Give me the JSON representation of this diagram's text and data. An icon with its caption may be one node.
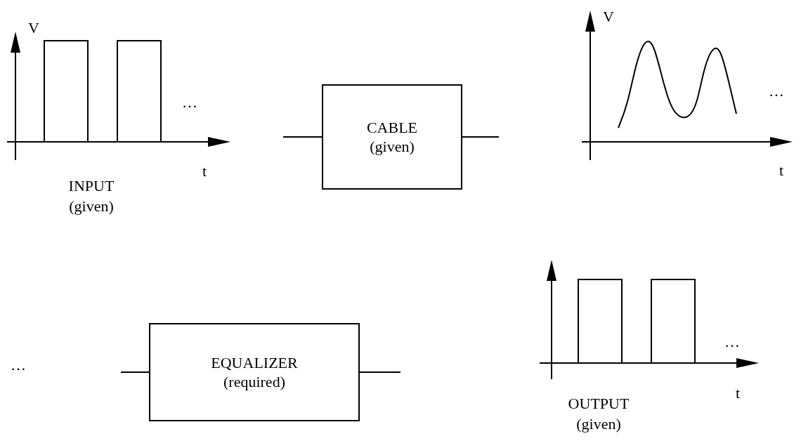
{
  "diagram": {
    "nodes": [
      {
        "text": [
          "CABLE (given)"
        ]
      },
      {
        "text": [
          "EQUALIZER (required)"
        ]
      }
    ],
    "edges": [
      {
        "from": null,
        "to": 0,
        "arrow": "none"
      },
      {
        "from": 0,
        "to": null,
        "arrow": "none"
      },
      {
        "from": null,
        "to": 1,
        "arrow": "none"
      },
      {
        "from": 1,
        "to": null,
        "arrow": "none"
      }
    ],
    "labels": [
      "V",
      "…",
      "t",
      "INPUT (given)",
      "V",
      "…",
      "t",
      "…",
      "…",
      "t",
      "OUTPUT (given)"
    ]
  }
}
